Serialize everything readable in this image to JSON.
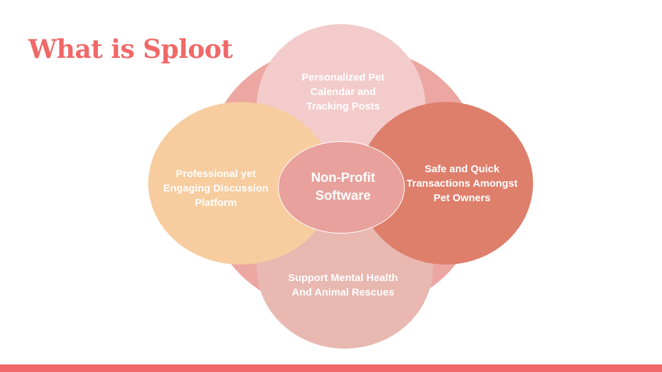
{
  "slide": {
    "title": "What is Sploot"
  },
  "diagram": {
    "center": "Non-Profit Software",
    "top": "Personalized Pet Calendar and Tracking Posts",
    "left": "Professional yet Engaging Discussion Platform",
    "right": "Safe and Quick Transactions Amongst Pet Owners",
    "bottom": "Support Mental Health And Animal Rescues"
  },
  "colors": {
    "accent": "#f06868",
    "backdrop": "#eca7a2",
    "top": "#f3cbcb",
    "left": "#f7cc9f",
    "right": "#de7f6c",
    "bottom": "#e8b8b1",
    "center": "#e8a19c"
  }
}
